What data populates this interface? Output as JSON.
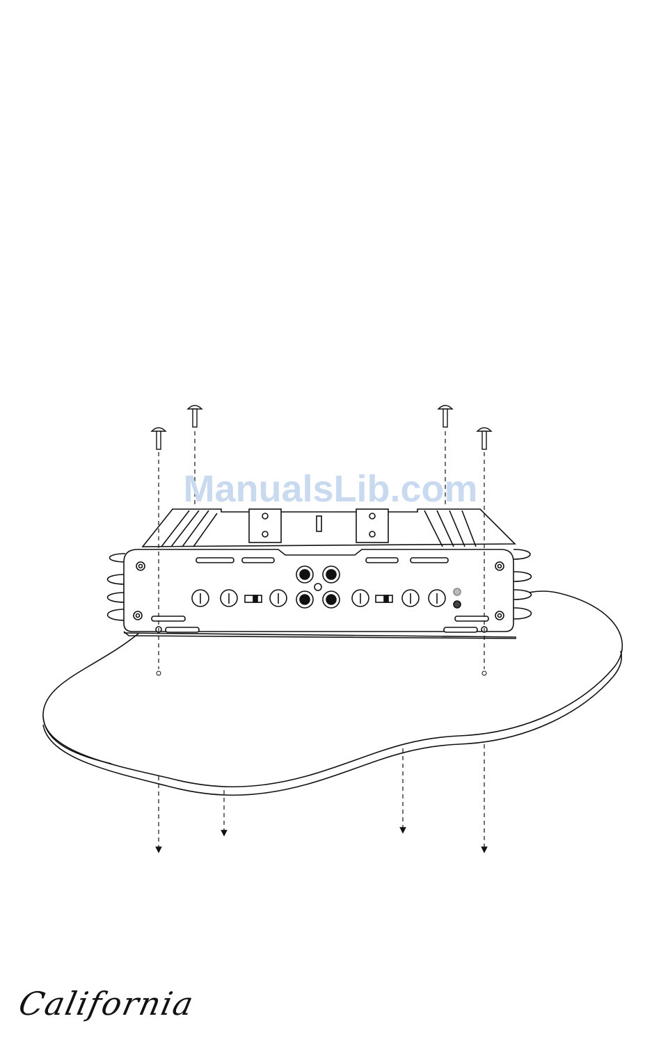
{
  "watermark": {
    "text": "ManualsLib.com",
    "color": "#c9daf0"
  },
  "brand": {
    "logo_text": "California"
  },
  "diagram": {
    "subject": "amplifier mounting",
    "screws": 4,
    "arrows": 4,
    "line_color": "#111111"
  }
}
